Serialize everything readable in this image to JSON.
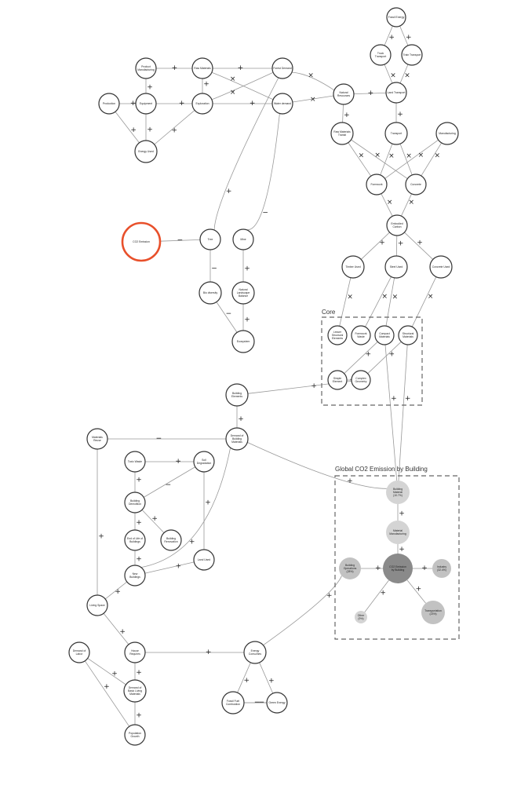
{
  "boxes": {
    "core": "Core",
    "global": "Global CO2 Emission by Building"
  },
  "colors": {
    "node_stroke": "#333333",
    "highlight": "#e8502b",
    "share_light": "#d4d4d4",
    "share_mid": "#c2c2c2",
    "share_dark": "#8a8a8a",
    "edge": "#999999"
  },
  "nodes": [
    {
      "id": "fossil",
      "label": [
        "Fossil Energy"
      ]
    },
    {
      "id": "truckT",
      "label": [
        "Truck",
        "Transport"
      ]
    },
    {
      "id": "trainT",
      "label": [
        "Train Transport"
      ]
    },
    {
      "id": "landT",
      "label": [
        "Land Transport"
      ]
    },
    {
      "id": "prodman",
      "label": [
        "Product",
        "Manufacturing"
      ]
    },
    {
      "id": "rawmat",
      "label": [
        "Raw Materials"
      ]
    },
    {
      "id": "forest",
      "label": [
        "Forest Demand"
      ]
    },
    {
      "id": "natres",
      "label": [
        "Natural",
        "Resources"
      ]
    },
    {
      "id": "production",
      "label": [
        "Production"
      ]
    },
    {
      "id": "equipment",
      "label": [
        "Equipment"
      ]
    },
    {
      "id": "exploration",
      "label": [
        "Exploration"
      ]
    },
    {
      "id": "waterdem",
      "label": [
        "Water demand"
      ]
    },
    {
      "id": "energyused",
      "label": [
        "Energy Used"
      ]
    },
    {
      "id": "rawtrans",
      "label": [
        "Raw Materials",
        "Transit"
      ]
    },
    {
      "id": "transport",
      "label": [
        "Transport"
      ]
    },
    {
      "id": "manufact",
      "label": [
        "Manufacturing"
      ]
    },
    {
      "id": "formwork",
      "label": [
        "Formwork"
      ]
    },
    {
      "id": "concrete",
      "label": [
        "Concrete"
      ]
    },
    {
      "id": "embodied",
      "label": [
        "Embodied",
        "Carbon"
      ]
    },
    {
      "id": "co2",
      "label": [
        "CO2 Emission"
      ]
    },
    {
      "id": "tree",
      "label": [
        "Tree"
      ]
    },
    {
      "id": "mine",
      "label": [
        "Mine"
      ]
    },
    {
      "id": "timber",
      "label": [
        "Timber Used"
      ]
    },
    {
      "id": "steel",
      "label": [
        "Steel Used"
      ]
    },
    {
      "id": "concused",
      "label": [
        "Concrete Used"
      ]
    },
    {
      "id": "biodiv",
      "label": [
        "Bio diversity"
      ]
    },
    {
      "id": "natland",
      "label": [
        "Natural",
        "Landscape",
        "Balance"
      ]
    },
    {
      "id": "ecosystem",
      "label": [
        "Ecosystem"
      ]
    },
    {
      "id": "lesselem",
      "label": [
        "Lesser",
        "Structural",
        "Elements"
      ]
    },
    {
      "id": "formwaste",
      "label": [
        "Formwork",
        "Waste"
      ]
    },
    {
      "id": "compmat",
      "label": [
        "Compact",
        "Materials"
      ]
    },
    {
      "id": "structmat",
      "label": [
        "Structural",
        "Materials"
      ]
    },
    {
      "id": "simpleel",
      "label": [
        "Simple",
        "Element"
      ]
    },
    {
      "id": "complexgeo",
      "label": [
        "Complex",
        "Geometry"
      ]
    },
    {
      "id": "buildel",
      "label": [
        "Building",
        "Elements"
      ]
    },
    {
      "id": "matreuse",
      "label": [
        "Materials",
        "Reuse"
      ]
    },
    {
      "id": "demandbm",
      "label": [
        "Demand of",
        "Building",
        "Materials"
      ]
    },
    {
      "id": "toxic",
      "label": [
        "Toxic Waste"
      ]
    },
    {
      "id": "soil",
      "label": [
        "Soil",
        "Degradation"
      ]
    },
    {
      "id": "bdemol",
      "label": [
        "Building",
        "Demolition"
      ]
    },
    {
      "id": "endlife",
      "label": [
        "End of Life of",
        "Buildings"
      ]
    },
    {
      "id": "brenov",
      "label": [
        "Building",
        "Renovation"
      ]
    },
    {
      "id": "landused",
      "label": [
        "Land Used"
      ]
    },
    {
      "id": "newbuild",
      "label": [
        "New",
        "Buildings"
      ]
    },
    {
      "id": "living",
      "label": [
        "Living Space"
      ]
    },
    {
      "id": "demlabor",
      "label": [
        "Demand of",
        "Labor"
      ]
    },
    {
      "id": "house",
      "label": [
        "House",
        "Requires"
      ]
    },
    {
      "id": "energycons",
      "label": [
        "Energy",
        "Consumes"
      ]
    },
    {
      "id": "basicliving",
      "label": [
        "Demand of",
        "Basic Living",
        "Materials"
      ]
    },
    {
      "id": "fuelcomb",
      "label": [
        "Fossil Fuel",
        "Combustion"
      ]
    },
    {
      "id": "greenenergy",
      "label": [
        "Green Energy"
      ]
    },
    {
      "id": "popgrowth",
      "label": [
        "Population",
        "Growth"
      ]
    },
    {
      "id": "gbuildmat",
      "label": [
        "Building",
        "Material",
        "(10.7%)"
      ]
    },
    {
      "id": "gmatman",
      "label": [
        "Material",
        "Manufacturing"
      ]
    },
    {
      "id": "gbops",
      "label": [
        "Building",
        "Operations",
        "(28%)"
      ]
    },
    {
      "id": "gco2b",
      "label": [
        "CO2 Emission",
        "by Building"
      ]
    },
    {
      "id": "gindustry",
      "label": [
        "Industry",
        "(32.4%)"
      ]
    },
    {
      "id": "gother",
      "label": [
        "Other",
        "(9%)"
      ]
    },
    {
      "id": "gtransport",
      "label": [
        "Transportation",
        "(23%)"
      ]
    }
  ]
}
